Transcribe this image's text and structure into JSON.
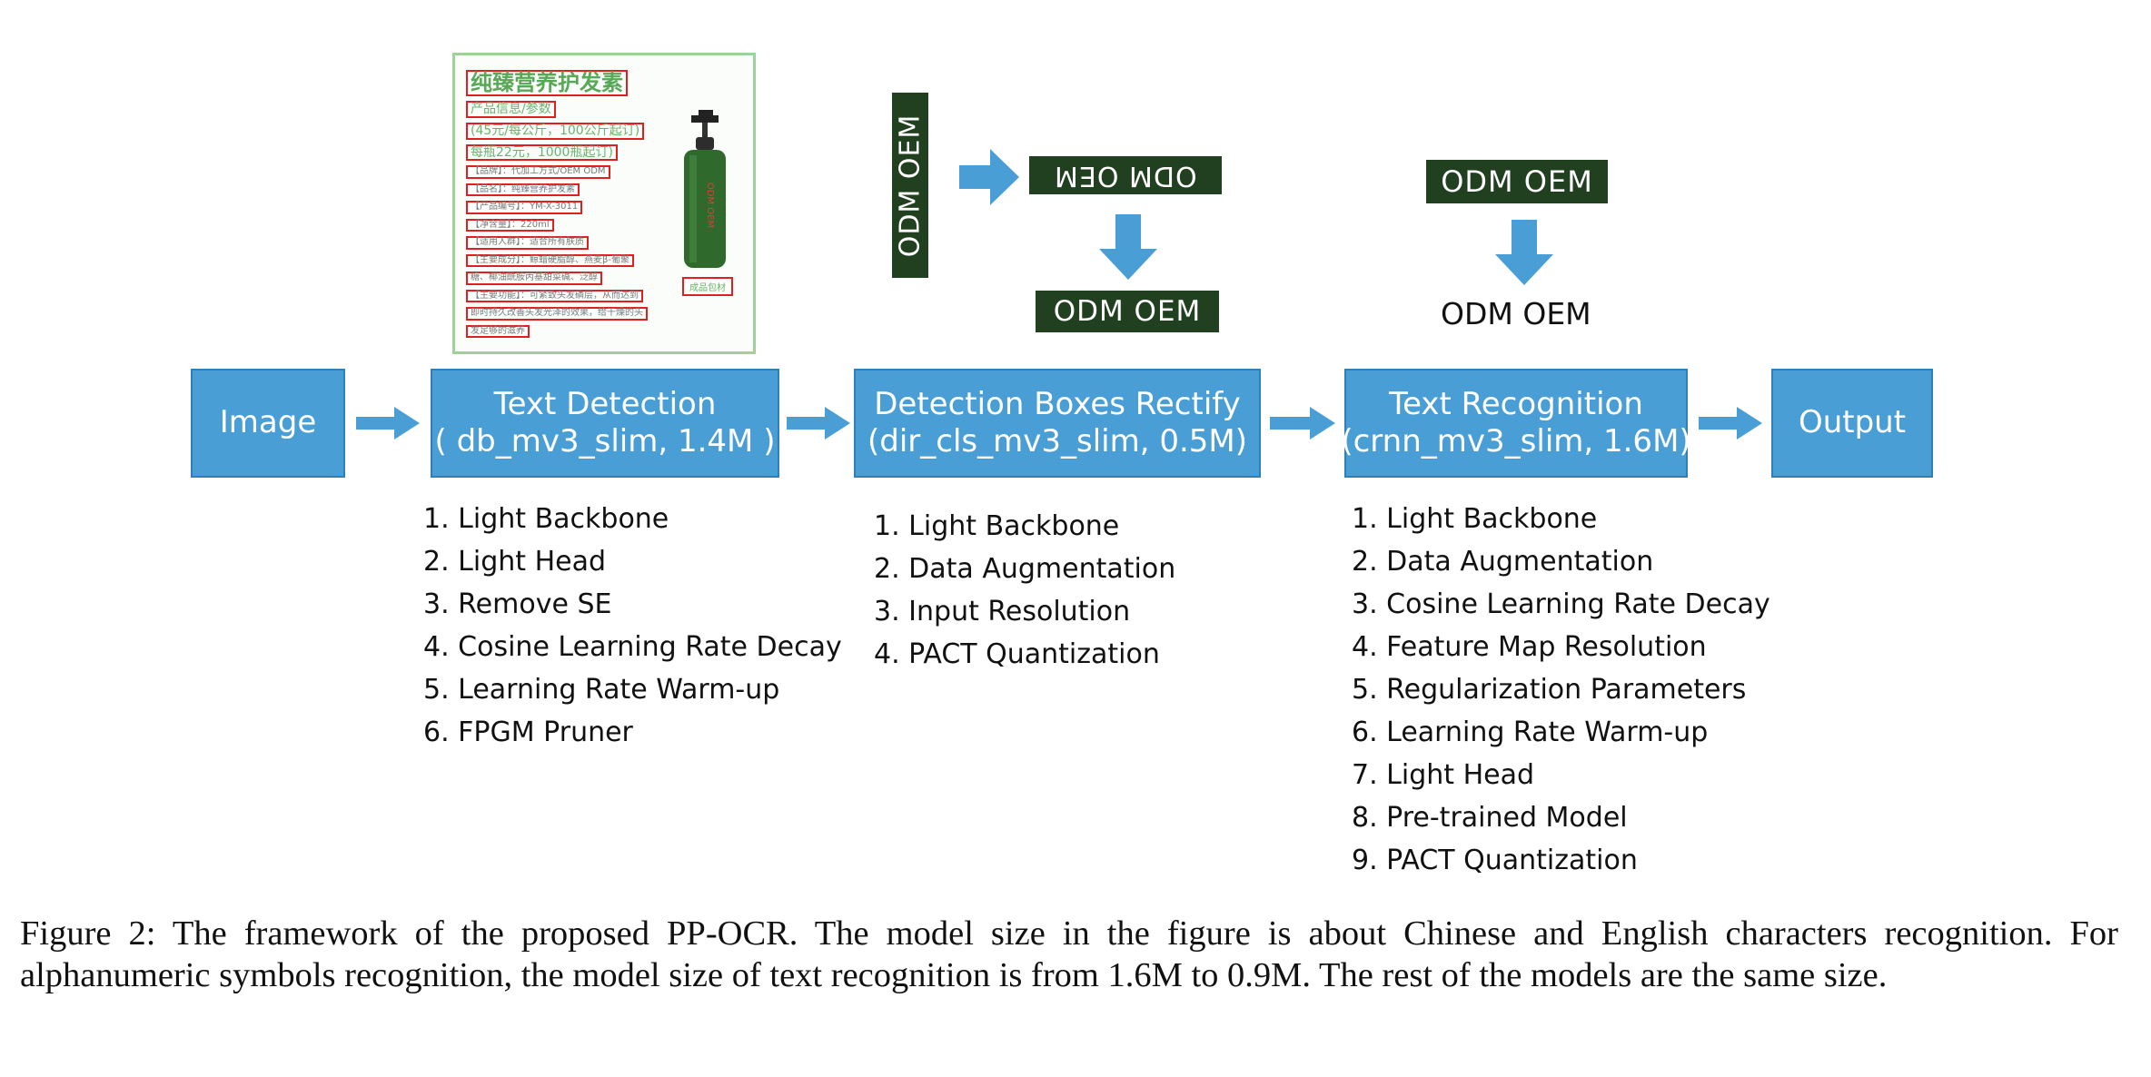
{
  "pipeline": {
    "image": "Image",
    "detection": {
      "line1": "Text Detection",
      "line2": "( db_mv3_slim, 1.4M )"
    },
    "rectify": {
      "line1": "Detection Boxes Rectify",
      "line2": "(dir_cls_mv3_slim, 0.5M)"
    },
    "recognition": {
      "line1": "Text Recognition",
      "line2": "(crnn_mv3_slim, 1.6M)"
    },
    "output": "Output"
  },
  "detection_list": [
    "1. Light Backbone",
    "2. Light Head",
    "3. Remove SE",
    "4. Cosine Learning Rate Decay",
    "5. Learning Rate Warm-up",
    "6. FPGM Pruner"
  ],
  "rectify_list": [
    "1. Light Backbone",
    "2. Data Augmentation",
    "3. Input Resolution",
    "4. PACT Quantization"
  ],
  "recognition_list": [
    "1. Light Backbone",
    "2. Data Augmentation",
    "3. Cosine Learning Rate Decay",
    "4. Feature Map Resolution",
    "5. Regularization Parameters",
    "6. Learning Rate Warm-up",
    "7. Light Head",
    "8. Pre-trained Model",
    "9. PACT Quantization"
  ],
  "samples": {
    "rotated": "ODM OEM",
    "flipped": "ODM OEM",
    "corrected": "ODM OEM",
    "recog_input": "ODM OEM",
    "recog_output": "ODM OEM"
  },
  "product": {
    "lines": [
      "纯臻营养护发素",
      "产品信息/参数",
      "(45元/每公斤，100公斤起订)",
      "每瓶22元，1000瓶起订)",
      "【品牌】：代加工方式/OEM ODM",
      "【品名】：纯臻营养护发素",
      "【产品编号】：YM-X-3011",
      "【净含量】：220ml",
      "【适用人群】：适合所有肤质",
      "【主要成分】：鲸蜡硬脂醇、燕麦β-葡聚",
      "糖、椰油酰胺丙基甜菜碱、泛醇",
      "【主要功能】：可紧致头发磷层，从而达到",
      "即时持久改善头发光泽的效果，给干燥的头",
      "发足够的滋养"
    ],
    "bottle_label": "ODM OEM",
    "stamp": "成品包材"
  },
  "caption": "Figure 2: The framework of the proposed PP-OCR. The model size in the figure is about Chinese and English characters recognition. For alphanumeric symbols recognition, the model size of text recognition is from 1.6M to 0.9M. The rest of the models are the same size.",
  "colors": {
    "box_fill": "#4a9ed6",
    "arrow": "#4a9ed6",
    "crop_bg": "#20401f",
    "detect_box": "#e02020"
  }
}
